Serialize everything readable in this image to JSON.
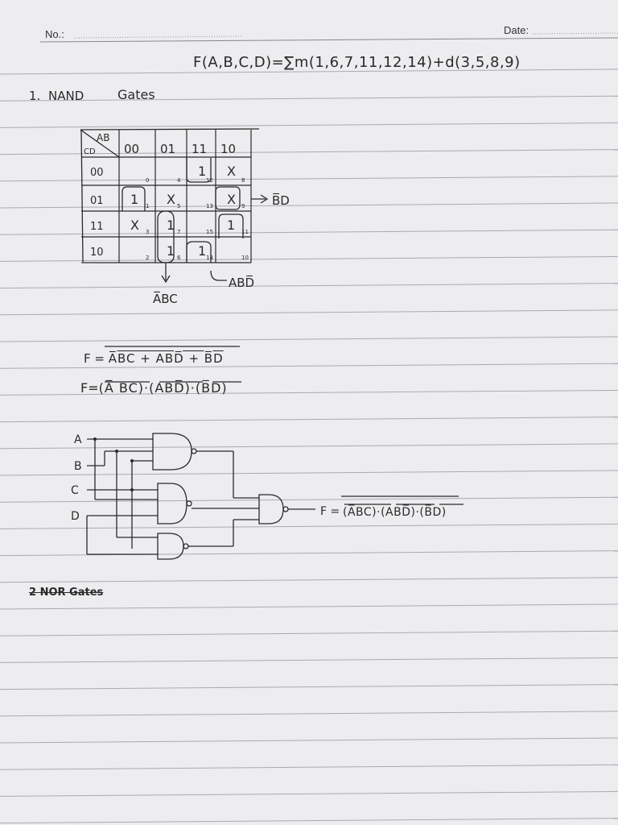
{
  "header": {
    "no_label": "No.:",
    "date_label": "Date:"
  },
  "function_line": "F(A,B,C,D)=∑m(1,6,7,11,12,14)+d(3,5,8,9)",
  "section1": {
    "number": "1.",
    "title": "NAND",
    "subtitle": "Gates"
  },
  "kmap": {
    "corner_top": "AB",
    "corner_left": "CD",
    "col_headers": [
      "00",
      "01",
      "11",
      "10"
    ],
    "row_headers": [
      "00",
      "01",
      "11",
      "10"
    ],
    "cells": [
      [
        {
          "v": "",
          "i": "0"
        },
        {
          "v": "",
          "i": "4"
        },
        {
          "v": "1",
          "i": "12"
        },
        {
          "v": "X",
          "i": "8"
        }
      ],
      [
        {
          "v": "1",
          "i": "1"
        },
        {
          "v": "X",
          "i": "5"
        },
        {
          "v": "",
          "i": "13"
        },
        {
          "v": "X",
          "i": "9"
        }
      ],
      [
        {
          "v": "X",
          "i": "3"
        },
        {
          "v": "1",
          "i": "7"
        },
        {
          "v": "",
          "i": "15"
        },
        {
          "v": "1",
          "i": "11"
        }
      ],
      [
        {
          "v": "",
          "i": "2"
        },
        {
          "v": "1",
          "i": "6"
        },
        {
          "v": "1",
          "i": "14"
        },
        {
          "v": "",
          "i": "10"
        }
      ]
    ],
    "group_labels": {
      "bd": "B̅D",
      "abd": "ABD̅",
      "abc": "A̅BC"
    }
  },
  "equations": {
    "line1_prefix": "F = ",
    "line1_expr": "A̅BC + ABD̅ + B̅D",
    "line2_prefix": "F=",
    "line2_expr": "(A̅ BC)·(ABD̅)·(B̅D)"
  },
  "circuit": {
    "inputs": [
      "A",
      "B",
      "C",
      "D"
    ],
    "output_prefix": "F =",
    "output_expr": "(A̅BC)·(ABD̅)·(B̅D)"
  },
  "section2": {
    "title": "2 NOR Gates"
  }
}
